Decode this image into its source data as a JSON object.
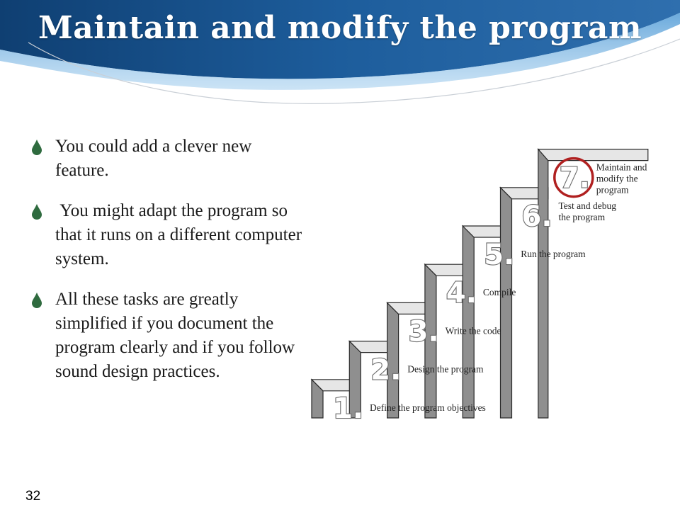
{
  "slide": {
    "title": "Maintain and modify the program",
    "page_number": "32",
    "bullets": [
      "You could add a clever new feature.",
      " You might adapt the program so that it runs on a different computer system.",
      "All these tasks are greatly simplified if you document the program clearly and if you follow sound design practices."
    ],
    "bullet_icon": "teardrop-bullet-icon"
  },
  "colors": {
    "banner_dark": "#0f3f72",
    "banner_light": "#3f86c6",
    "bullet": "#2f6b3f",
    "step_number": "#6b6b6b",
    "highlight_ring": "#b02020"
  },
  "steps": [
    {
      "number": "1.",
      "label": "Define the program objectives"
    },
    {
      "number": "2.",
      "label": "Design the program"
    },
    {
      "number": "3.",
      "label": "Write the code"
    },
    {
      "number": "4.",
      "label": "Compile"
    },
    {
      "number": "5.",
      "label": "Run the program"
    },
    {
      "number": "6.",
      "label": "Test and debug the program"
    },
    {
      "number": "7.",
      "label": "Maintain and modify the program"
    }
  ],
  "highlighted_step": 7
}
